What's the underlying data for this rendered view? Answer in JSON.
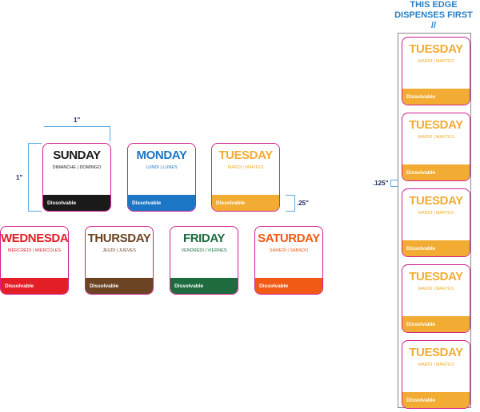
{
  "header": {
    "line1": "THIS EDGE",
    "line2": "DISPENSES FIRST //"
  },
  "dimensions": {
    "width": "1\"",
    "height": "1\"",
    "band": ".25\"",
    "gap": ".125\""
  },
  "labels": [
    {
      "day": "SUNDAY",
      "sub": "DIMANCHE | DOMINGO",
      "dissolvable": "Dissolvable",
      "day_color": "#1a1a1a",
      "band_color": "#1a1a1a"
    },
    {
      "day": "MONDAY",
      "sub": "LUNDI | LUNES",
      "dissolvable": "Dissolvable",
      "day_color": "#1b76c5",
      "band_color": "#1b76c5"
    },
    {
      "day": "TUESDAY",
      "sub": "MARDI | MARTES",
      "dissolvable": "Dissolvable",
      "day_color": "#f2ac33",
      "band_color": "#f2ac33"
    },
    {
      "day": "WEDNESDAY",
      "sub": "MERCREDI | MIÉRCOLES",
      "dissolvable": "Dissolvable",
      "day_color": "#e31e26",
      "band_color": "#e31e26"
    },
    {
      "day": "THURSDAY",
      "sub": "JEUDI | JUEVES",
      "dissolvable": "Dissolvable",
      "day_color": "#6b4424",
      "band_color": "#6b4424"
    },
    {
      "day": "FRIDAY",
      "sub": "VENDREDI | VIERNES",
      "dissolvable": "Dissolvable",
      "day_color": "#1e6b3f",
      "band_color": "#1e6b3f"
    },
    {
      "day": "SATURDAY",
      "sub": "SAMEDI | SÁBADO",
      "dissolvable": "Dissolvable",
      "day_color": "#f05a15",
      "band_color": "#f05a15"
    }
  ],
  "roll": [
    {
      "day": "TUESDAY",
      "sub": "MARDI | MARTES",
      "dissolvable": "Dissolvable"
    },
    {
      "day": "TUESDAY",
      "sub": "MARDI | MARTES",
      "dissolvable": "Dissolvable"
    },
    {
      "day": "TUESDAY",
      "sub": "MARDI | MARTES",
      "dissolvable": "Dissolvable"
    },
    {
      "day": "TUESDAY",
      "sub": "MARDI | MARTES",
      "dissolvable": "Dissolvable"
    },
    {
      "day": "TUESDAY",
      "sub": "MARDI | MARTES",
      "dissolvable": "Dissolvable"
    }
  ],
  "roll_color": "#f2ac33"
}
